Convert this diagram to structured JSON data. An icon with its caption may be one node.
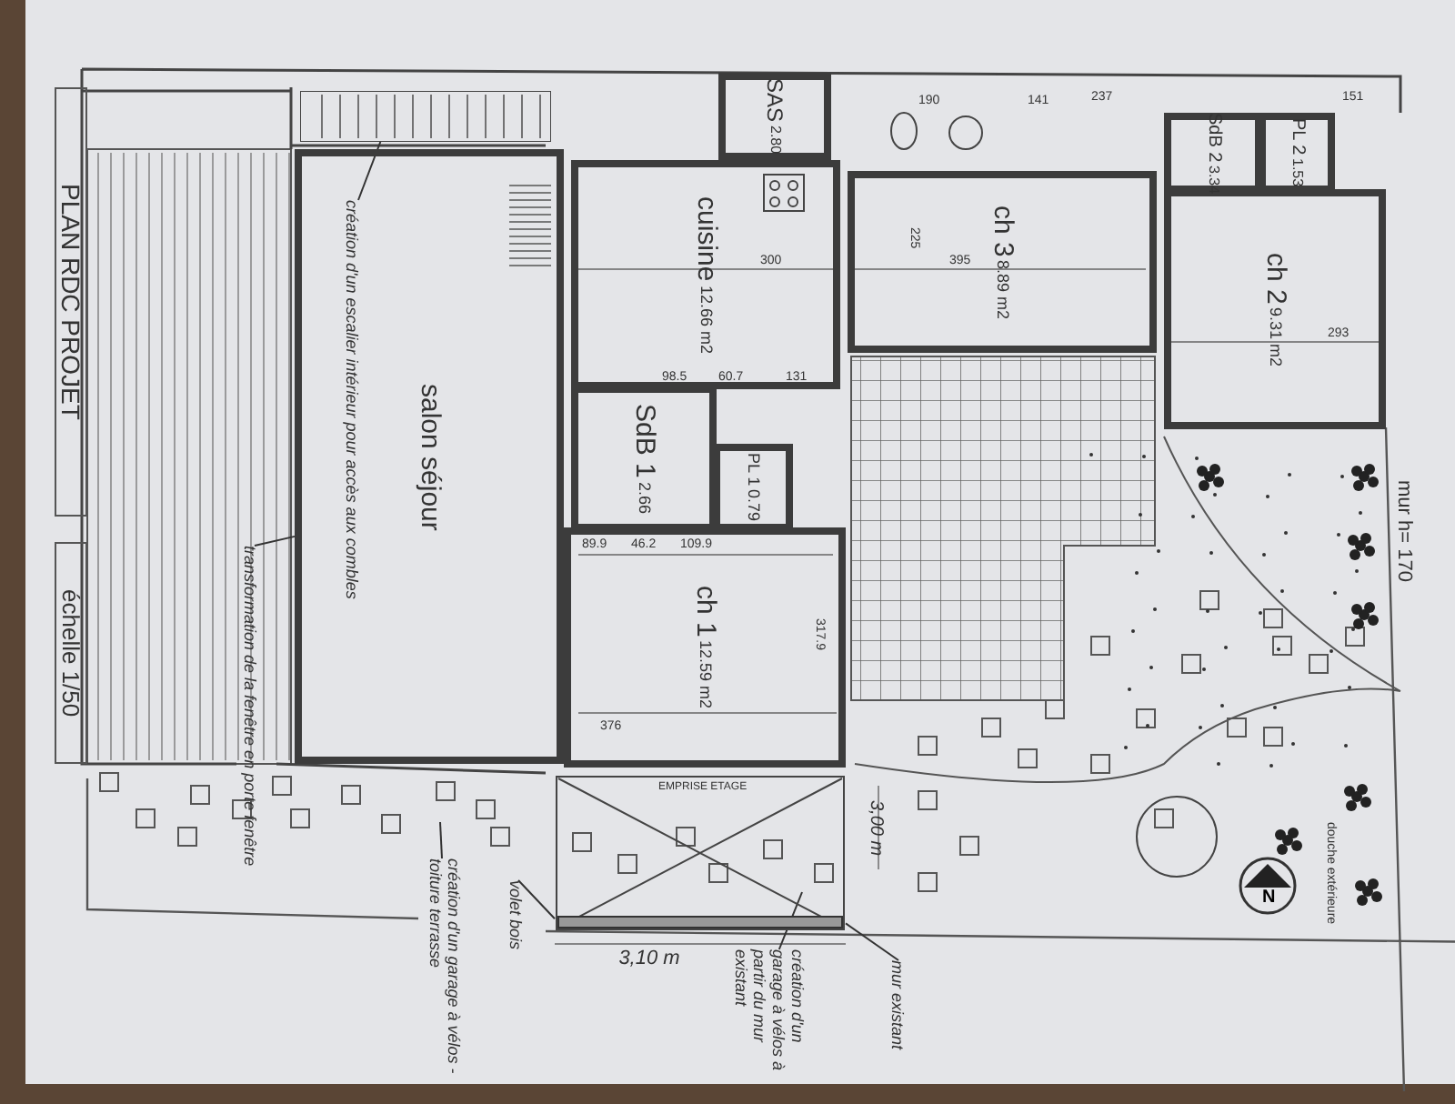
{
  "diagram": {
    "nodes": [
      {
        "text": [
          "salon séjour"
        ]
      },
      {
        "text": [
          "cuisine",
          "12.66 m2"
        ]
      },
      {
        "text": [
          "ch 3",
          "8.89 m2"
        ]
      },
      {
        "text": [
          "ch 2",
          "9.31 m2"
        ]
      },
      {
        "text": [
          "SdB 1",
          "2.66"
        ]
      },
      {
        "text": [
          "PL 1",
          "0.79"
        ]
      },
      {
        "text": [
          "ch 1",
          "12.59 m2"
        ]
      },
      {
        "text": [
          "SAS",
          "2.80"
        ]
      },
      {
        "text": [
          "SdB 2",
          "3.34"
        ]
      },
      {
        "text": [
          "PL 2",
          "1.53"
        ]
      },
      {
        "text": [
          "création d'un escalier intérieur pour accès aux combles"
        ],
        "in": 0
      },
      {
        "text": [],
        "shape": "stairs"
      },
      {
        "text": [
          "transformation de la fenêtre en porte fenêtre"
        ]
      },
      {
        "text": [
          "création d'un garage à vélos - toiture terrasse"
        ]
      },
      {
        "text": [
          "volet bois"
        ]
      },
      {
        "text": [
          "création d'un garage à vélos à partir du mur existant"
        ]
      },
      {
        "text": [
          "mur existant"
        ]
      },
      {
        "text": [],
        "shape": "box",
        "beside": [
          "3,10 m"
        ]
      }
    ],
    "edges": [
      {
        "from": 10,
        "to": 11,
        "arrow": "none"
      },
      {
        "from": 12,
        "to": 0,
        "arrow": "none"
      },
      {
        "from": 13,
        "to": null,
        "arrow": "none"
      },
      {
        "from": 14,
        "to": 17,
        "arrow": "none"
      },
      {
        "from": 15,
        "to": 17,
        "arrow": "none"
      },
      {
        "from": 16,
        "to": 17,
        "arrow": "none"
      }
    ],
    "labels": [
      "PLAN RDC PROJET",
      "échelle 1/50",
      "mur h= 170",
      "EMPRISE ETAGE",
      "douche extérieure",
      "N",
      "3,00 m",
      "190",
      "141",
      "237",
      "151",
      "300",
      "395",
      "225",
      "293",
      "98.5",
      "60.7",
      "131",
      "89.9",
      "46.2",
      "109.9",
      "376",
      "317.9"
    ]
  }
}
